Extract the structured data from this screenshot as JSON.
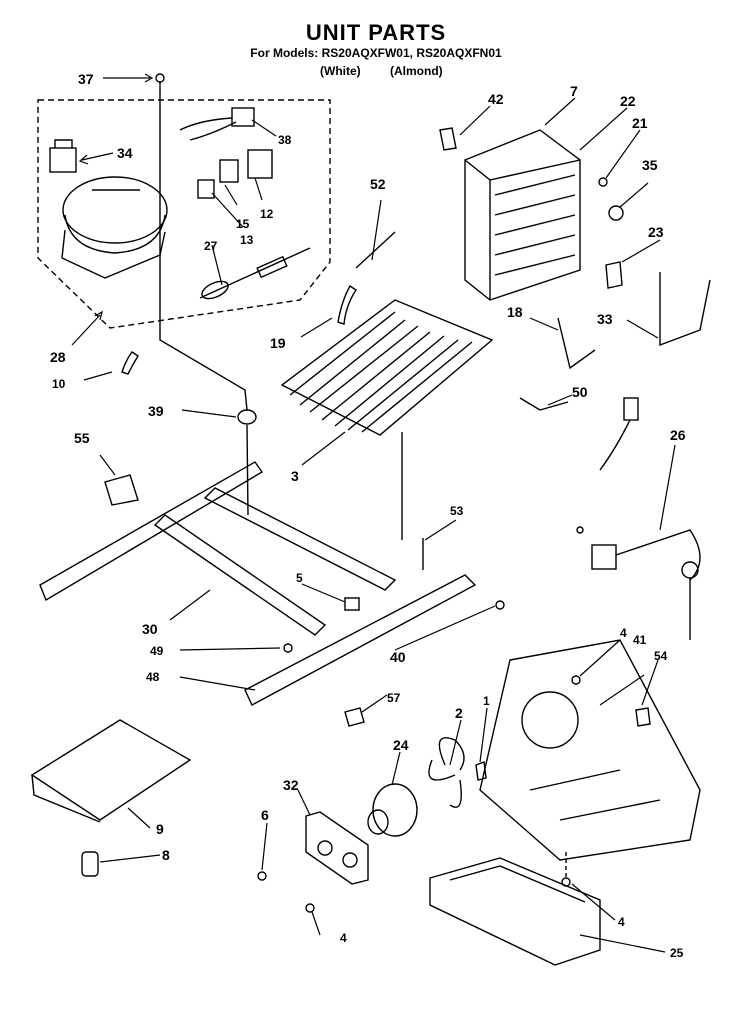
{
  "header": {
    "title": "UNIT PARTS",
    "models": "For Models: RS20AQXFW01, RS20AQXFN01",
    "color_white": "(White)",
    "color_almond": "(Almond)"
  },
  "callouts": {
    "c37": "37",
    "c34": "34",
    "c38": "38",
    "c15": "15",
    "c12": "12",
    "c13": "13",
    "c27": "27",
    "c28": "28",
    "c10": "10",
    "c42": "42",
    "c7": "7",
    "c22": "22",
    "c21": "21",
    "c35": "35",
    "c52": "52",
    "c23": "23",
    "c19": "19",
    "c18": "18",
    "c33": "33",
    "c39": "39",
    "c3": "3",
    "c50": "50",
    "c55": "55",
    "c26": "26",
    "c53": "53",
    "c30": "30",
    "c5": "5",
    "c49": "49",
    "c48": "48",
    "c40": "40",
    "c4a": "4",
    "c41": "41",
    "c54": "54",
    "c57": "57",
    "c2": "2",
    "c1": "1",
    "c24": "24",
    "c32": "32",
    "c6": "6",
    "c9": "9",
    "c8": "8",
    "c4b": "4",
    "c4c": "4",
    "c25": "25"
  }
}
